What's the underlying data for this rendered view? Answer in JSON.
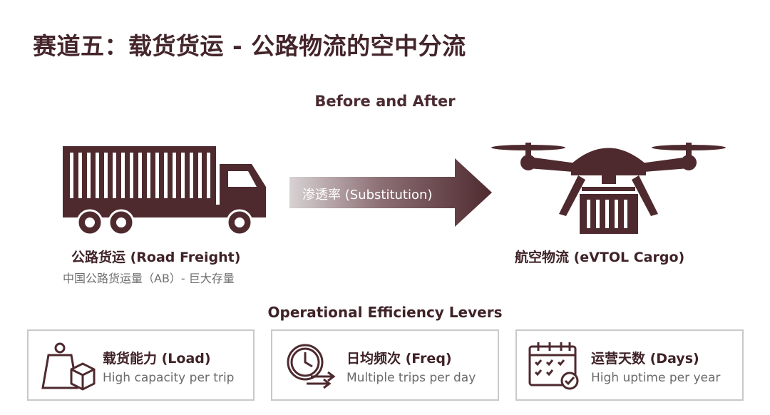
{
  "title": "赛道五：载货货运 - 公路物流的空中分流",
  "subtitle": "Before and After",
  "before": {
    "label": "公路货运 (Road Freight)",
    "sublabel": "中国公路货运量（AB）- 巨大存量",
    "icon": "truck-icon"
  },
  "arrow": {
    "label": "渗透率 (Substitution)",
    "icon": "arrow-right-icon"
  },
  "after": {
    "label": "航空物流 (eVTOL Cargo)",
    "icon": "drone-cargo-icon"
  },
  "levers": {
    "title": "Operational Efficiency Levers",
    "items": [
      {
        "title": "载货能力 (Load)",
        "desc": "High capacity per trip",
        "icon": "weight-box-icon"
      },
      {
        "title": "日均频次 (Freq)",
        "desc": "Multiple trips per day",
        "icon": "clock-arrows-icon"
      },
      {
        "title": "运营天数 (Days)",
        "desc": "High uptime per year",
        "icon": "calendar-check-icon"
      }
    ]
  },
  "colors": {
    "primary": "#4e2a2f",
    "border": "#c9c9c9",
    "muted_text": "#6a6a6a"
  }
}
